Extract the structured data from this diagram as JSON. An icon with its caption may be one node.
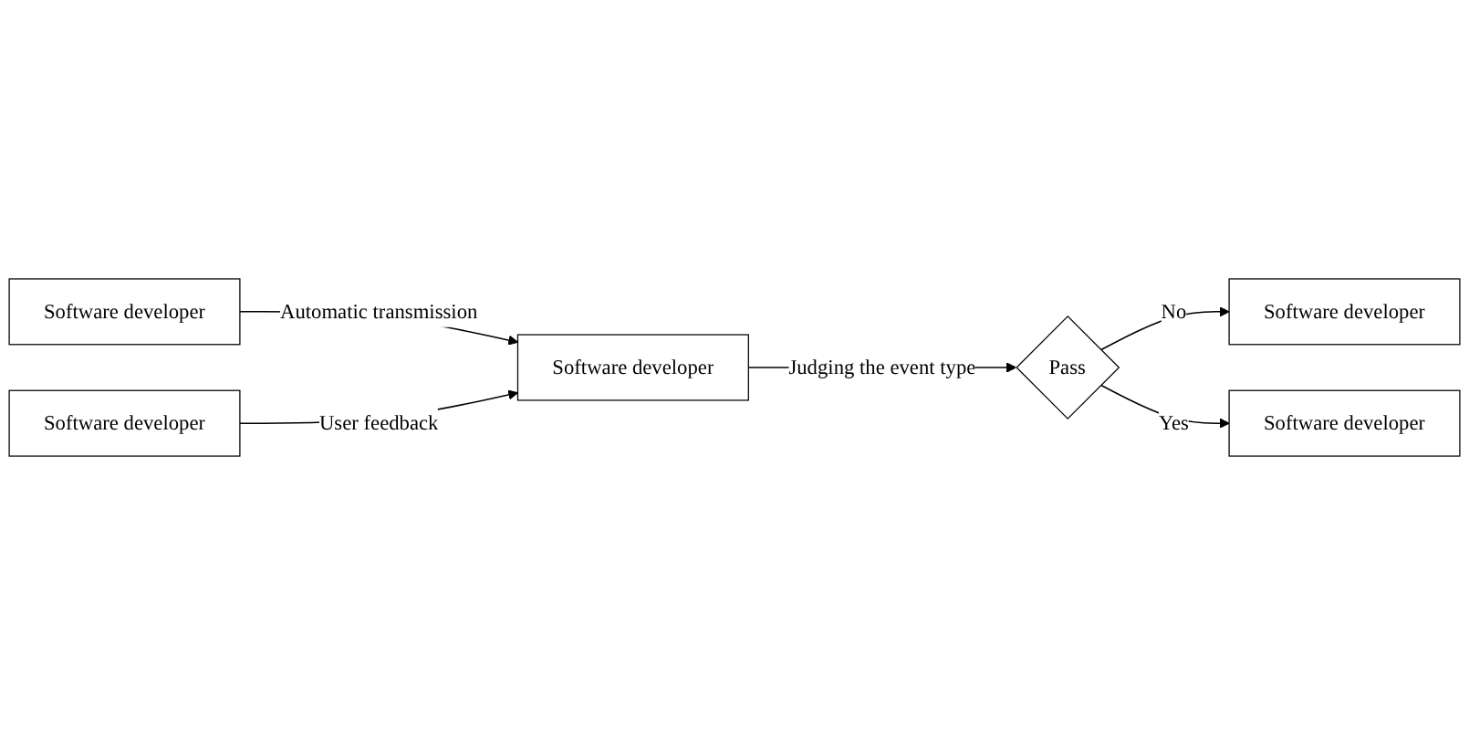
{
  "diagram": {
    "nodes": [
      {
        "text": [
          "Software developer"
        ]
      },
      {
        "text": [
          "Software developer"
        ]
      },
      {
        "text": [
          "Software developer"
        ]
      },
      {
        "text": [
          "Pass"
        ]
      },
      {
        "text": [
          "Software developer"
        ]
      },
      {
        "text": [
          "Software developer"
        ]
      }
    ],
    "edges": [
      {
        "from": 0,
        "to": 2,
        "label": "Automatic transmission",
        "arrow": "to"
      },
      {
        "from": 1,
        "to": 2,
        "label": "User feedback",
        "arrow": "to"
      },
      {
        "from": 2,
        "to": 3,
        "label": "Judging the event type",
        "arrow": "to"
      },
      {
        "from": 3,
        "to": 4,
        "label": "No",
        "arrow": "to"
      },
      {
        "from": 3,
        "to": 5,
        "label": "Yes",
        "arrow": "to"
      }
    ]
  }
}
